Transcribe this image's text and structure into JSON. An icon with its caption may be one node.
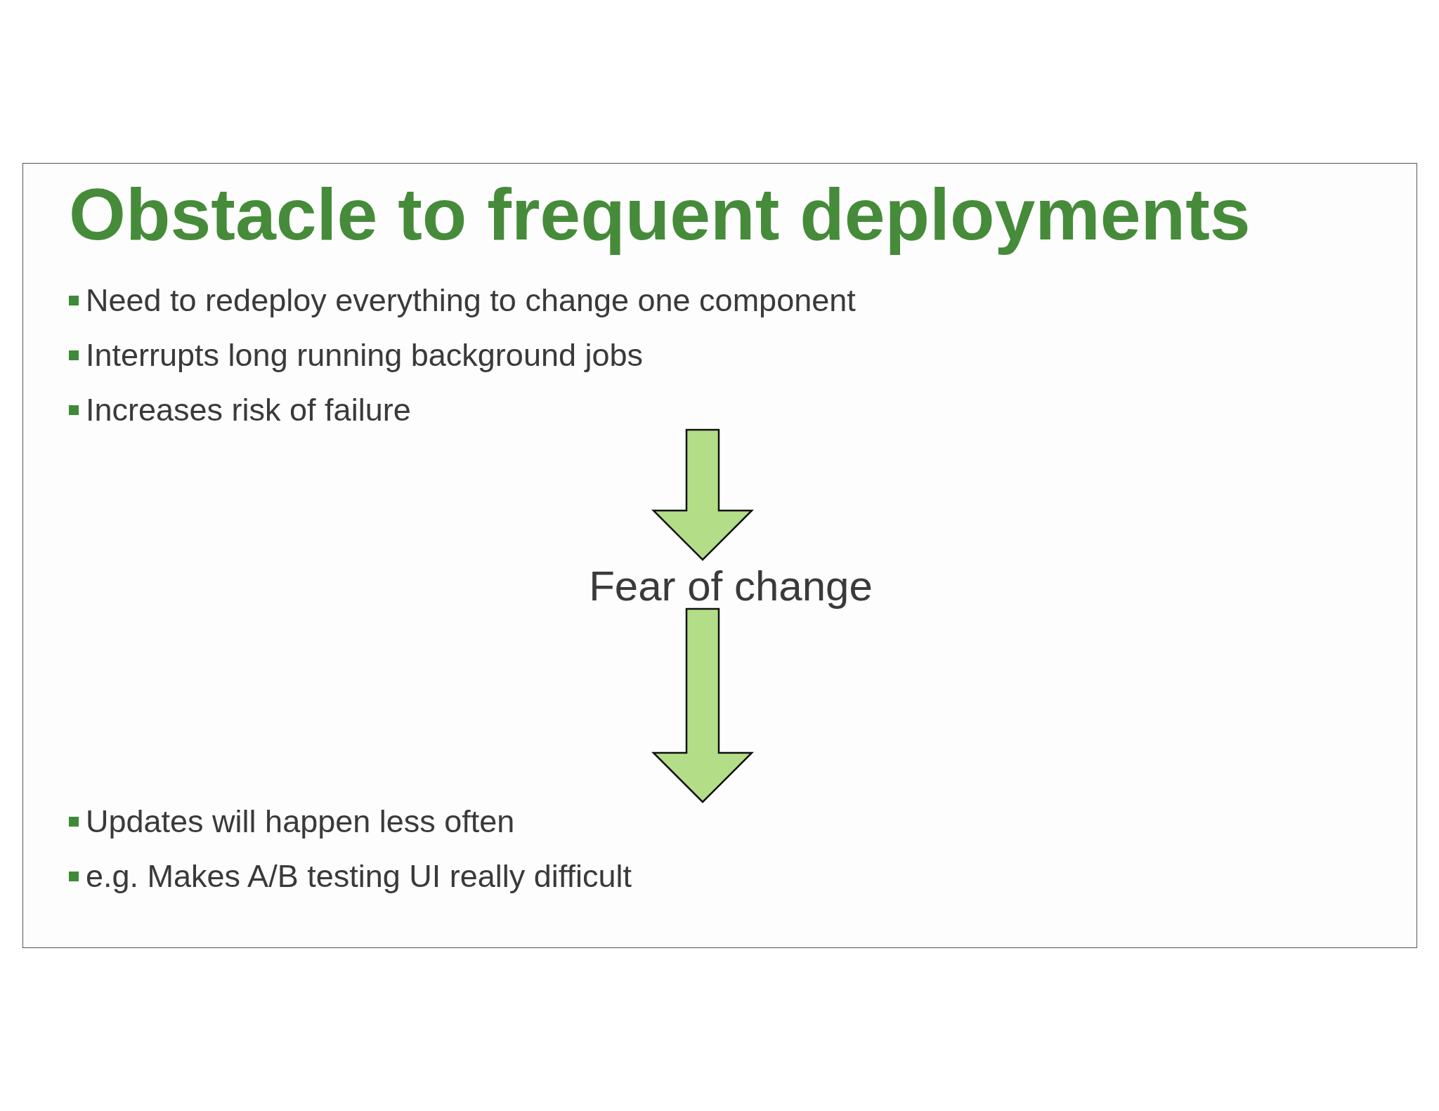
{
  "diagram": {
    "title": "Obstacle to frequent deployments",
    "nodes": [
      {
        "text": [
          "Need to redeploy everything to change one component",
          "Interrupts long running background jobs",
          "Increases risk of failure"
        ]
      },
      {
        "text": [
          "Fear of change"
        ]
      },
      {
        "text": [
          "Updates will happen less often",
          "e.g. Makes A/B testing UI really difficult"
        ]
      }
    ],
    "edges": [
      {
        "from": 0,
        "to": 1,
        "arrow": "to"
      },
      {
        "from": 1,
        "to": 2,
        "arrow": "to"
      }
    ]
  }
}
